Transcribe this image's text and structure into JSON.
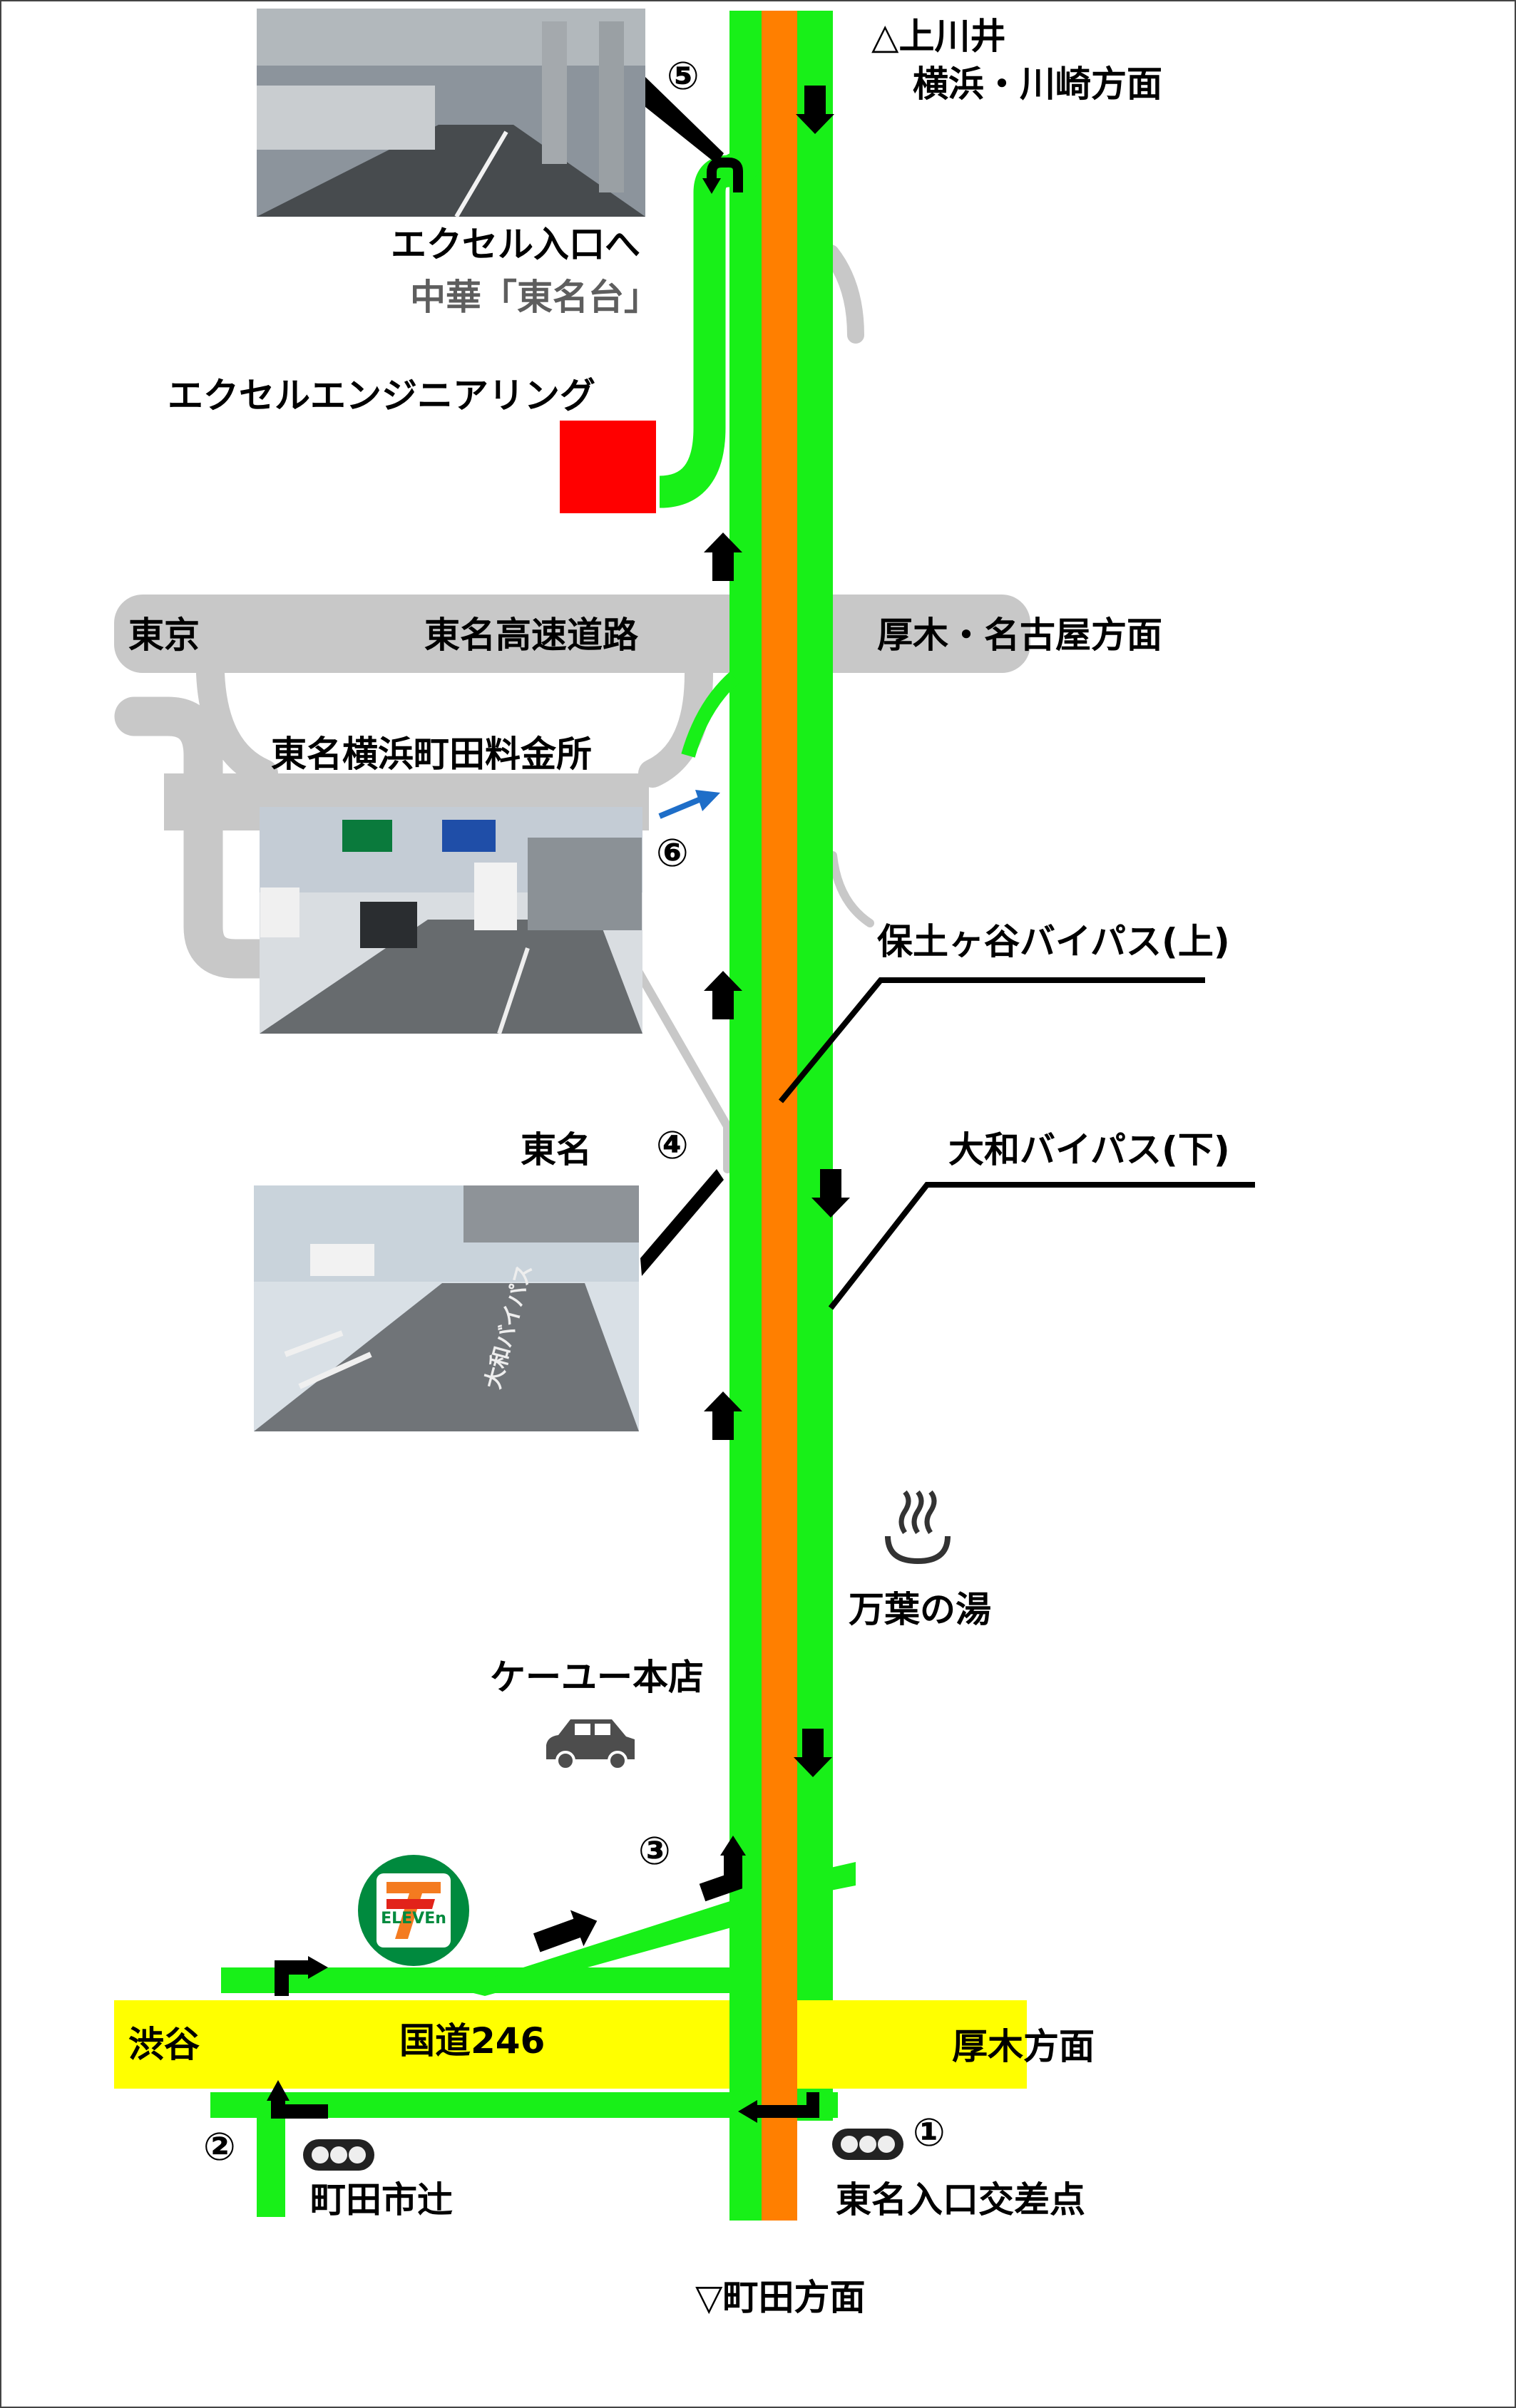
{
  "colors": {
    "road_green": "#18f018",
    "median_orange": "#ff7f00",
    "route_246_yellow": "#ffff00",
    "expressway_gray": "#c8c8c8",
    "destination_red": "#ff0000",
    "arrow_black": "#000000",
    "arrow_blue": "#1e6ec8",
    "seven_eleven_green": "#008a3e",
    "seven_eleven_orange": "#f47b20",
    "seven_eleven_red": "#e2231a"
  },
  "labels": {
    "north_direction": "△上川井",
    "north_direction_sub": "横浜・川崎方面",
    "excel_entrance": "エクセル入口へ",
    "chuka_tomeidai": "中華「東名台」",
    "excel_engineering": "エクセルエンジニアリング",
    "tokyo": "東京",
    "tomei_expressway": "東名高速道路",
    "atsugi_nagoya": "厚木・名古屋方面",
    "tollgate": "東名横浜町田料金所",
    "hodogaya_bypass": "保土ヶ谷バイパス(上)",
    "tomei": "東名",
    "yamato_bypass": "大和バイパス(下)",
    "manyo_no_yu": "万葉の湯",
    "keiyu_honten": "ケーユー本店",
    "shibuya": "渋谷",
    "route_246": "国道246",
    "atsugi_direction": "厚木方面",
    "machida_ichitsuji": "町田市辻",
    "tomei_entrance_intersection": "東名入口交差点",
    "south_direction": "▽町田方面",
    "seven_eleven": "ELEVEn"
  },
  "markers": {
    "m1": "①",
    "m2": "②",
    "m3": "③",
    "m4": "④",
    "m5": "⑤",
    "m6": "⑥"
  },
  "icons": {
    "hot_spring": "hot-spring-icon",
    "car": "car-icon",
    "traffic_light": "traffic-light-icon",
    "store": "seven-eleven-logo"
  }
}
